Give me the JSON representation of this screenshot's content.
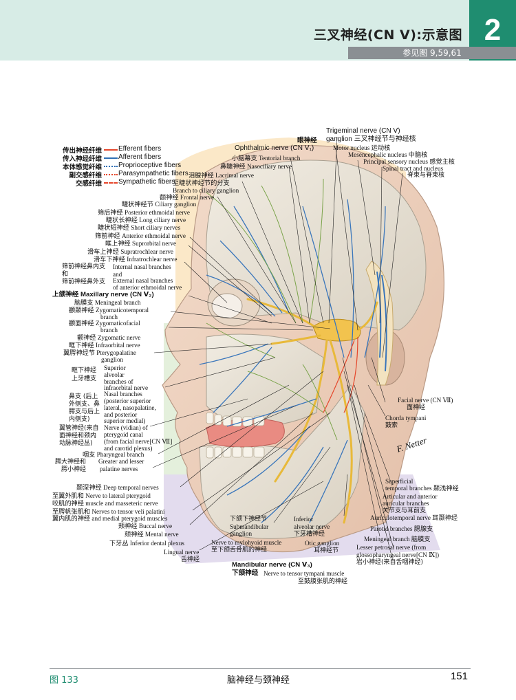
{
  "header": {
    "chapter_number": "2",
    "title": "三叉神经(CN Ⅴ):示意图",
    "see_also": "参见图 9,59,61"
  },
  "legend": [
    {
      "zh": "传出神经纤维",
      "en": "Efferent fibers",
      "color": "#e5452a",
      "style": "solid"
    },
    {
      "zh": "传入神经纤维",
      "en": "Afferent fibers",
      "color": "#2f6fb5",
      "style": "solid"
    },
    {
      "zh": "本体感觉纤维",
      "en": "Proprioceptive fibers",
      "color": "#2f6fb5",
      "style": "dotted"
    },
    {
      "zh": "副交感纤维",
      "en": "Parasympathetic fibers",
      "color": "#e5452a",
      "style": "dotted"
    },
    {
      "zh": "交感纤维",
      "en": "Sympathetic fibers",
      "color": "#e5452a",
      "style": "dashed"
    }
  ],
  "labels": {
    "ganglion_zh_short": "眼神经",
    "trigeminal_ganglion": "Trigeminal nerve (CN Ⅴ)",
    "trigeminal_ganglion_2": "ganglion 三叉神经节与神经核",
    "motor_nucleus": "Motor nucleus 运动核",
    "mesencephalic": "Mesencephalic nucleus 中脑核",
    "principal_sensory": "Principal sensory nucleus 感觉主核",
    "spinal_tract": "Spinal tract and nucleus",
    "spinal_tract_zh": "脊束与脊束核",
    "ophthalmic": "Ophthalmic nerve (CN Ⅴ₁)",
    "tentorial": "小脑幕支 Tentorial branch",
    "nasociliary": "鼻睫神经 Nasociliary nerve",
    "lacrimal": "泪腺神经 Lacrimal nerve",
    "branch_ciliary_zh": "至睫状神经节的分支",
    "branch_ciliary": "Branch to ciliary ganglion",
    "frontal": "额神经 Frontal nerve",
    "ciliary_ganglion": "睫状神经节 Ciliary ganglion",
    "post_ethmoidal": "筛后神经 Posterior ethmoidal nerve",
    "long_ciliary": "睫状长神经 Long ciliary nerve",
    "short_ciliary": "睫状短神经 Short ciliary nerves",
    "ant_ethmoidal": "筛前神经 Anterior ethmoidal nerve",
    "supraorbital": "眶上神经 Suprorbital nerve",
    "supratrochlear": "滑车上神经 Supratrochlear nerve",
    "infratrochlear": "滑车下神经 Infratrochlear nerve",
    "int_nasal_zh": "筛前神经鼻内支",
    "int_nasal": "Internal nasal branches",
    "and_zh": "和",
    "and_en": "and",
    "ext_nasal_zh": "筛前神经鼻外支",
    "ext_nasal": "External nasal branches",
    "ext_nasal_2": "of anterior ethmoidal nerve",
    "maxillary": "上颌神经 Maxillary nerve (CN Ⅴ₂)",
    "meningeal": "脑膜支 Meningeal branch",
    "zygomaticotemporal": "颧颞神经 Zygomaticotemporal",
    "zygomaticotemporal_2": "branch",
    "zygomaticofacial": "颧面神经 Zygomaticofacial",
    "zygomaticofacial_2": "branch",
    "zygomatic": "颧神经 Zygomatic nerve",
    "infraorbital": "眶下神经 Infraorbital nerve",
    "pterygopalatine": "翼腭神经节 Pterygopalatine",
    "pterygopalatine_2": "ganglion",
    "sup_alveolar_zh_1": "眶下神经",
    "sup_alveolar_zh_2": "上牙槽支",
    "sup_alveolar_1": "Superior",
    "sup_alveolar_2": "alveolar",
    "sup_alveolar_3": "branches of",
    "sup_alveolar_4": "infraorbital nerve",
    "nasal_zh_1": "鼻支 (后上",
    "nasal_zh_2": "外侧支、鼻",
    "nasal_zh_3": "腭支与后上",
    "nasal_zh_4": "内侧支)",
    "nasal_1": "Nasal branches",
    "nasal_2": "(posterior superior",
    "nasal_3": "lateral, nasopalatine,",
    "nasal_4": "and posterior",
    "nasal_5": "superior medial)",
    "vidian_zh_1": "翼管神经(来自",
    "vidian_zh_2": "面神经和颈内",
    "vidian_zh_3": "动脉神经丛)",
    "vidian_1": "Nerve (vidian) of",
    "vidian_2": "pterygoid canal",
    "vidian_3": "(from facial nerve[CN Ⅶ]",
    "vidian_4": "and carotid plexus)",
    "pharyngeal": "咽支 Pharyngeal branch",
    "palatine_zh_1": "腭大神经和",
    "palatine_zh_2": "腭小神经",
    "palatine_1": "Greater and lesser",
    "palatine_2": "palatine nerves",
    "deep_temporal": "颞深神经 Deep temporal nerves",
    "lat_pterygoid": "至翼外肌和 Nerve to lateral pterygoid",
    "masseteric": "咬肌的神经 muscle and masseteric nerve",
    "tensor_veli": "至腭帆张肌和 Nerves to tensor veli palatini",
    "medial_pterygoid": "翼内肌的神经 and medial pterygoid muscles",
    "buccal": "颊神经 Buccal nerve",
    "mental": "颏神经 Mental nerve",
    "inf_dental": "下牙丛 Inferior dental plexus",
    "lingual": "Lingual nerve",
    "lingual_zh": "舌神经",
    "submandibular_zh": "下颌下神经节",
    "submandibular": "Submandibular",
    "submandibular_2": "ganglion",
    "mylohyoid": "Nerve to mylohyoid muscle",
    "mylohyoid_zh": "至下颌舌骨肌的神经",
    "inf_alveolar": "Inferior",
    "inf_alveolar_2": "alveolar nerve",
    "inf_alveolar_zh": "下牙槽神经",
    "otic": "Otic ganglion",
    "otic_zh": "耳神经节",
    "mandibular": "Mandibular nerve (CN Ⅴ₃)",
    "mandibular_zh": "下颌神经",
    "tensor_tympani": "Nerve to tensor tympani muscle",
    "tensor_tympani_zh": "至鼓膜张肌的神经",
    "facial_nerve": "Facial nerve (CN Ⅶ)",
    "facial_nerve_zh": "面神经",
    "chorda": "Chorda tympani",
    "chorda_zh": "鼓索",
    "signature": "F. Netter",
    "sup_temporal": "Superficial",
    "sup_temporal_2": "temporal branches 颞浅神经",
    "articular": "Articular and anterior",
    "articular_2": "auricular branches",
    "articular_zh": "关节支与耳前支",
    "auriculotemporal": "Auriculotemporal nerve 耳颞神经",
    "parotid": "Parotid branches 腮腺支",
    "meningeal_v3": "Meningeal branch 脑膜支",
    "lesser_petrosal": "Lesser petrosal nerve (from",
    "lesser_petrosal_2": "glossopharyngeal nerve[CN Ⅸ])",
    "lesser_petrosal_zh": "岩小神经(来自舌咽神经)"
  },
  "footer": {
    "figure_number": "图 133",
    "section": "脑神经与颈神经",
    "page_number": "151"
  }
}
